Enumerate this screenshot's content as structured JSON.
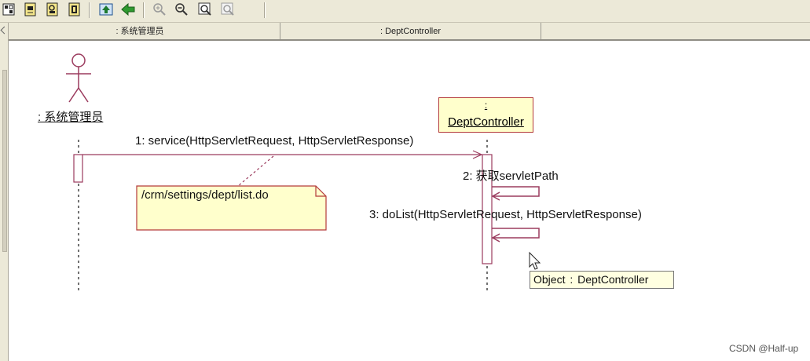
{
  "toolbar": {
    "icons": [
      "diagram-icon",
      "page-icon",
      "image-icon",
      "copy-icon",
      "up-icon",
      "back-icon",
      "zoom-in-icon",
      "zoom-out-icon",
      "zoom-fit-icon",
      "zoom-page-icon"
    ]
  },
  "header": {
    "columns": [
      ": 系统管理员",
      ": DeptController"
    ]
  },
  "diagram": {
    "actor": {
      "name": ": 系统管理员"
    },
    "object": {
      "colon": ":",
      "name": "DeptController"
    },
    "messages": [
      {
        "label": "1: service(HttpServletRequest, HttpServletResponse)"
      },
      {
        "label": "2: 获取servletPath"
      },
      {
        "label": "3: doList(HttpServletRequest, HttpServletResponse)"
      }
    ],
    "note": {
      "text": "/crm/settings/dept/list.do"
    },
    "tooltip": {
      "text": "Object  :  DeptController"
    }
  },
  "colors": {
    "line": "#9b3b5e",
    "note_fill": "#ffffcc",
    "box_border": "#b33a3a"
  },
  "watermark": "CSDN @Half-up"
}
